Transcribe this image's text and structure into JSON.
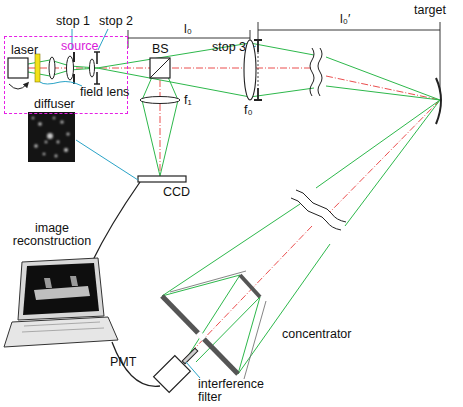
{
  "diagram": {
    "nodes": [
      {
        "text": [
          "source"
        ]
      }
    ],
    "labels": [
      "stop 1",
      "stop 2",
      "l₀",
      "stop 3",
      "l₀′",
      "target",
      "laser",
      "diffuser",
      "field lens",
      "BS",
      "f₁",
      "f₀",
      "CCD",
      "image reconstruction",
      "concentrator",
      "PMT",
      "interference filter"
    ]
  }
}
